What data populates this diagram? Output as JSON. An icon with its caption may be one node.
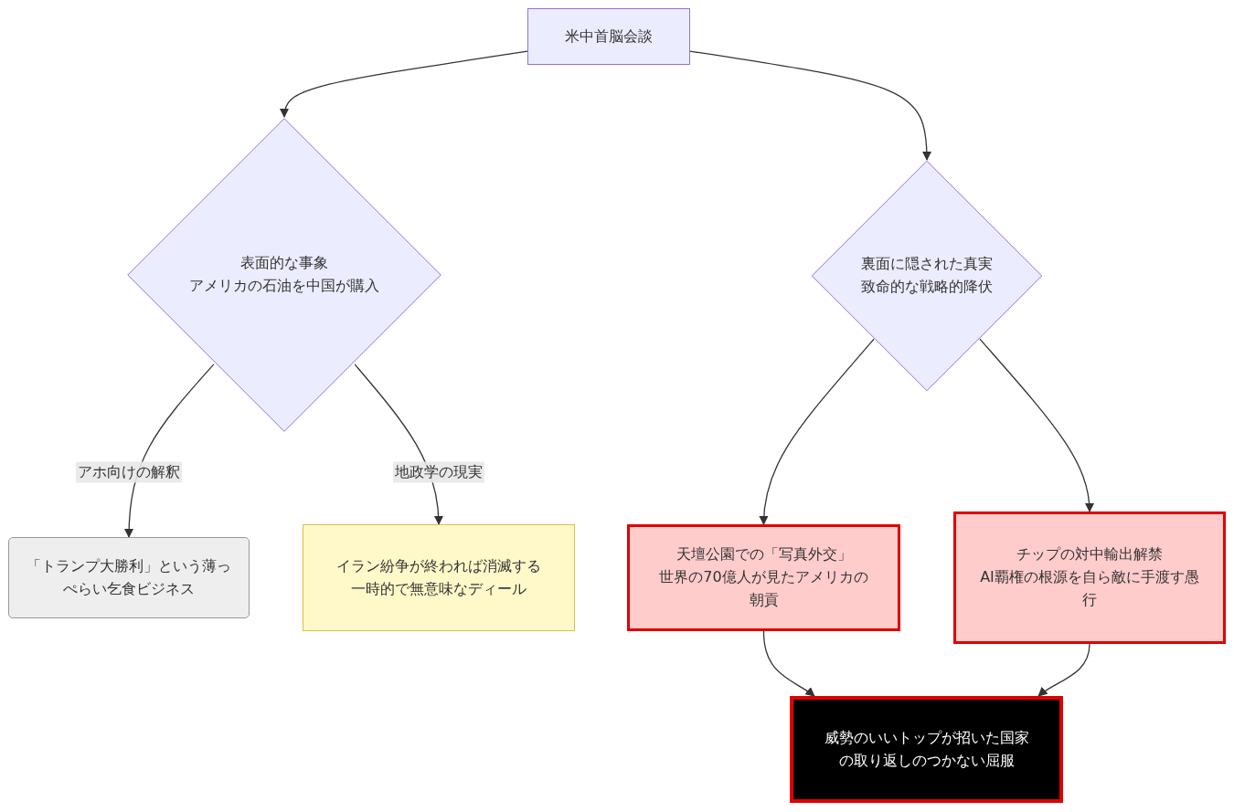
{
  "diagram": {
    "nodes": [
      {
        "text": [
          "米中首脳会談"
        ]
      },
      {
        "text": [
          "表面的な事象",
          "アメリカの石油を中国が購入"
        ]
      },
      {
        "text": [
          "裏面に隠された真実",
          "致命的な戦略的降伏"
        ]
      },
      {
        "text": [
          "「トランプ大勝利」という薄っぺらい乞食ビジネス"
        ]
      },
      {
        "text": [
          "イラン紛争が終われば消滅する",
          "一時的で無意味なディール"
        ]
      },
      {
        "text": [
          "天壇公園での「写真外交」",
          "世界の70億人が見たアメリカの朝貢"
        ]
      },
      {
        "text": [
          "チップの対中輸出解禁",
          "AI覇権の根源を自ら敵に手渡す愚行"
        ]
      },
      {
        "text": [
          "威勢のいいトップが招いた国家の取り返しのつかない屈服"
        ]
      }
    ],
    "edges": [
      {
        "from": 0,
        "to": 1,
        "arrow": "to"
      },
      {
        "from": 0,
        "to": 2,
        "arrow": "to"
      },
      {
        "from": 1,
        "to": 3,
        "arrow": "to",
        "label": "アホ向けの解釈"
      },
      {
        "from": 1,
        "to": 4,
        "arrow": "to",
        "label": "地政学の現実"
      },
      {
        "from": 2,
        "to": 5,
        "arrow": "to"
      },
      {
        "from": 2,
        "to": 6,
        "arrow": "to"
      },
      {
        "from": 5,
        "to": 7,
        "arrow": "to"
      },
      {
        "from": 6,
        "to": 7,
        "arrow": "to"
      }
    ]
  }
}
